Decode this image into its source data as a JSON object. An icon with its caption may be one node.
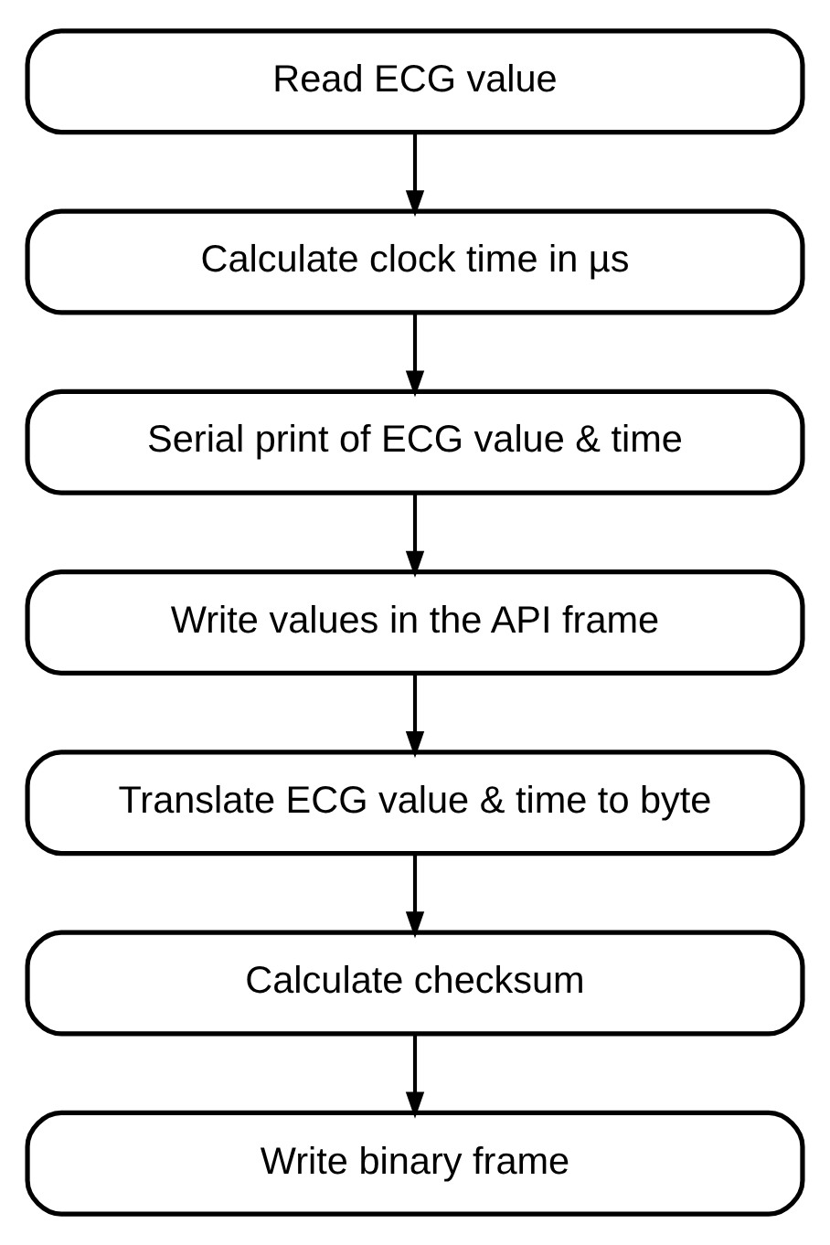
{
  "diagram": {
    "nodes": [
      {
        "text": [
          "Read ECG value"
        ]
      },
      {
        "text": [
          "Calculate clock time in µs"
        ]
      },
      {
        "text": [
          "Serial print of ECG value & time"
        ]
      },
      {
        "text": [
          "Write values in the API frame"
        ]
      },
      {
        "text": [
          "Translate ECG value & time to byte"
        ]
      },
      {
        "text": [
          "Calculate checksum"
        ]
      },
      {
        "text": [
          "Write binary frame"
        ]
      }
    ],
    "edges": [
      {
        "from": 0,
        "to": 1,
        "arrow": "to"
      },
      {
        "from": 1,
        "to": 2,
        "arrow": "to"
      },
      {
        "from": 2,
        "to": 3,
        "arrow": "to"
      },
      {
        "from": 3,
        "to": 4,
        "arrow": "to"
      },
      {
        "from": 4,
        "to": 5,
        "arrow": "to"
      },
      {
        "from": 5,
        "to": 6,
        "arrow": "to"
      }
    ]
  }
}
